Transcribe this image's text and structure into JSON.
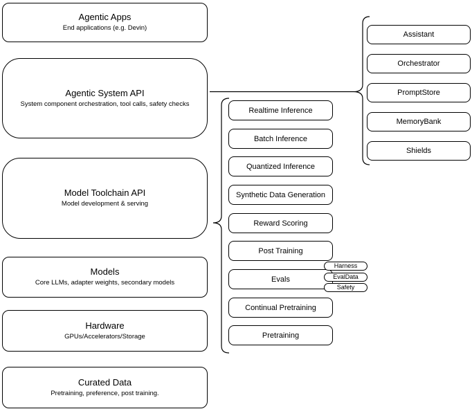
{
  "diagram": {
    "left_stack": [
      {
        "title": "Agentic Apps",
        "subtitle": "End applications (e.g. Devin)"
      },
      {
        "title": "Agentic System API",
        "subtitle": "System component orchestration, tool calls, safety checks"
      },
      {
        "title": "Model Toolchain API",
        "subtitle": "Model development & serving"
      },
      {
        "title": "Models",
        "subtitle": "Core LLMs, adapter weights, secondary models"
      },
      {
        "title": "Hardware",
        "subtitle": "GPUs/Accelerators/Storage"
      },
      {
        "title": "Curated Data",
        "subtitle": "Pretraining, preference, post training."
      }
    ],
    "toolchain_items": [
      "Realtime Inference",
      "Batch Inference",
      "Quantized Inference",
      "Synthetic Data Generation",
      "Reward Scoring",
      "Post Training",
      "Evals",
      "Continual Pretraining",
      "Pretraining"
    ],
    "eval_tags": [
      "Harness",
      "EvalData",
      "Safety"
    ],
    "system_components": [
      "Assistant",
      "Orchestrator",
      "PromptStore",
      "MemoryBank",
      "Shields"
    ],
    "colors": {
      "stroke": "#000000",
      "fill": "#ffffff",
      "background": "#ffffff"
    }
  }
}
